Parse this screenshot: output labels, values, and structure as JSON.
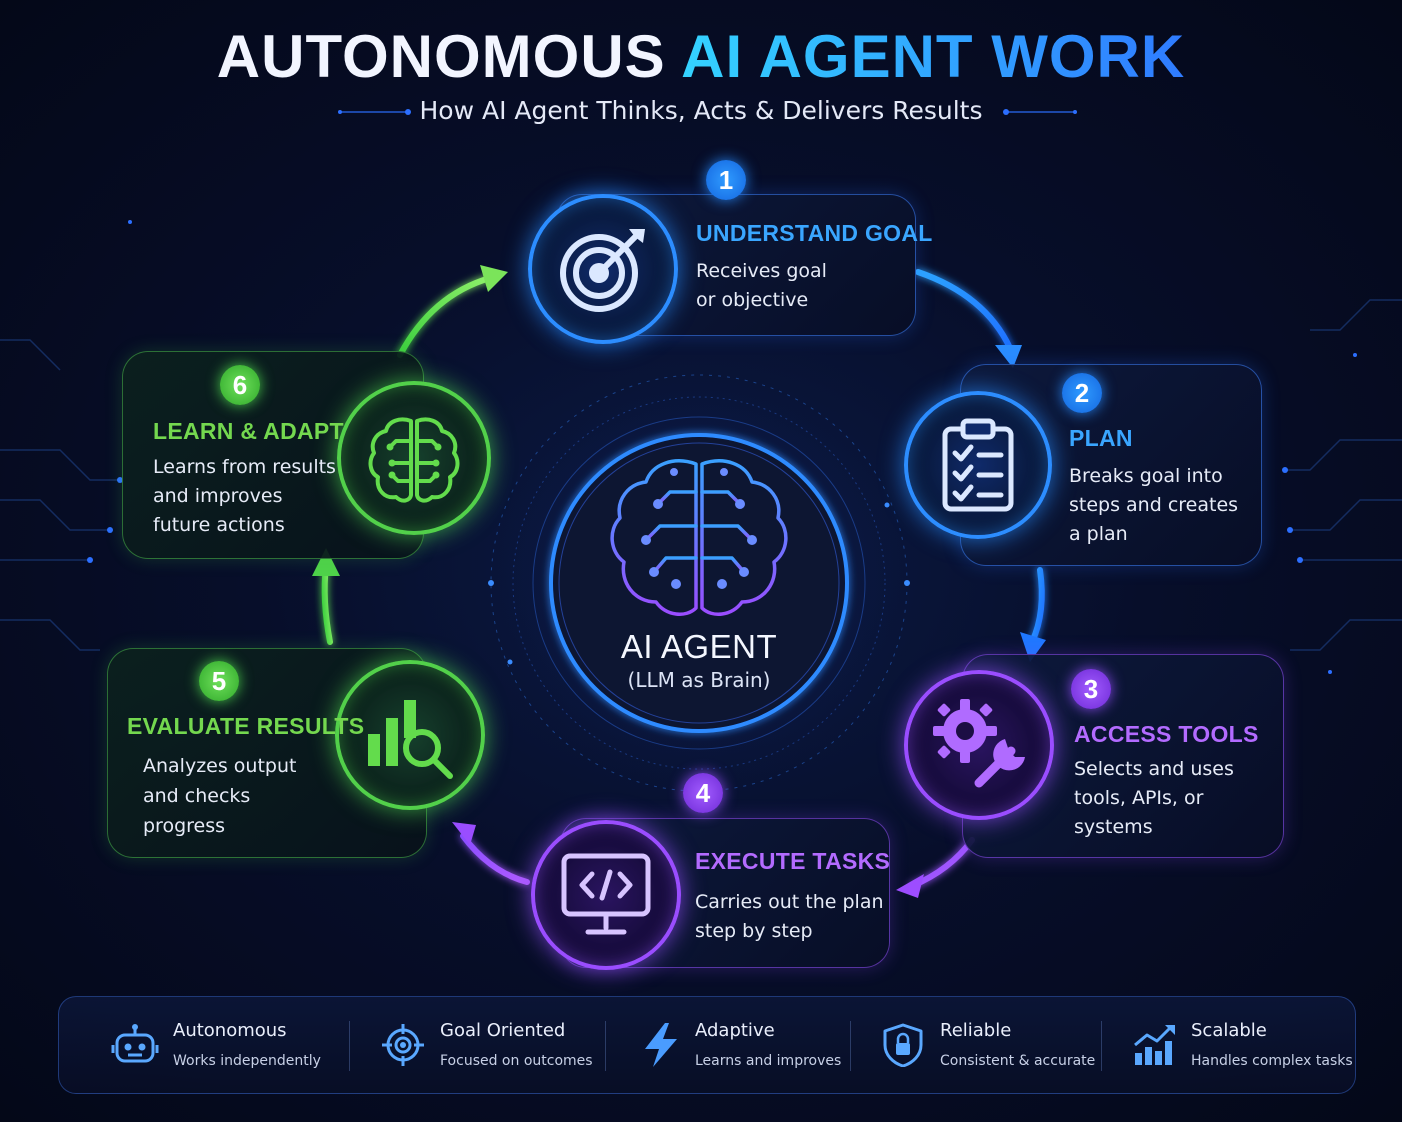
{
  "header": {
    "title_part1": "AUTONOMOUS",
    "title_part2": "AI AGENT WORK",
    "subtitle": "How AI Agent Thinks, Acts & Delivers Results"
  },
  "center": {
    "title": "AI AGENT",
    "subtitle": "(LLM as Brain)",
    "icon": "brain-icon"
  },
  "steps": [
    {
      "number": "1",
      "title": "UNDERSTAND GOAL",
      "lines": [
        "Receives goal",
        "or objective"
      ],
      "icon": "target-icon",
      "color": "#2c8dff"
    },
    {
      "number": "2",
      "title": "PLAN",
      "lines": [
        "Breaks goal into",
        "steps and creates",
        "a plan"
      ],
      "icon": "clipboard-checklist-icon",
      "color": "#2c8dff"
    },
    {
      "number": "3",
      "title": "ACCESS TOOLS",
      "lines": [
        "Selects and uses",
        "tools, APIs, or",
        "systems"
      ],
      "icon": "gear-wrench-icon",
      "color": "#9a4dff"
    },
    {
      "number": "4",
      "title": "EXECUTE TASKS",
      "lines": [
        "Carries out the plan",
        "step by step"
      ],
      "icon": "code-monitor-icon",
      "color": "#9a4dff"
    },
    {
      "number": "5",
      "title": "EVALUATE RESULTS",
      "lines": [
        "Analyzes output",
        "and checks",
        "progress"
      ],
      "icon": "chart-magnifier-icon",
      "color": "#52d04a"
    },
    {
      "number": "6",
      "title": "LEARN & ADAPT",
      "lines": [
        "Learns from results",
        "and improves",
        "future actions"
      ],
      "icon": "brain-circuit-icon",
      "color": "#52d04a"
    }
  ],
  "features": [
    {
      "title": "Autonomous",
      "desc": "Works independently",
      "icon": "robot-icon"
    },
    {
      "title": "Goal Oriented",
      "desc": "Focused on outcomes",
      "icon": "crosshair-icon"
    },
    {
      "title": "Adaptive",
      "desc": "Learns and improves",
      "icon": "lightning-icon"
    },
    {
      "title": "Reliable",
      "desc": "Consistent & accurate",
      "icon": "shield-lock-icon"
    },
    {
      "title": "Scalable",
      "desc": "Handles complex tasks",
      "icon": "growth-chart-icon"
    }
  ]
}
